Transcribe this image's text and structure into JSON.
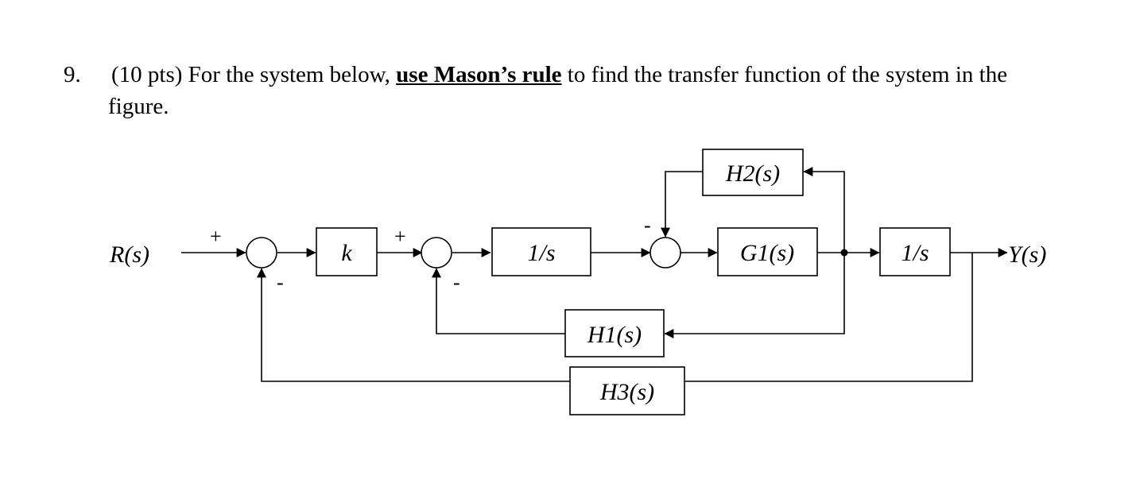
{
  "question": {
    "number": "9.",
    "points": "(10 pts) For the system below,",
    "emphasis": "use Mason’s rule",
    "rest_line1": "to find the transfer function of the system in the",
    "line2": "figure."
  },
  "diagram": {
    "input": "R(s)",
    "output": "Y(s)",
    "blocks": {
      "k": "k",
      "int1": "1/s",
      "g1": "G1(s)",
      "int2": "1/s",
      "h1": "H1(s)",
      "h2": "H2(s)",
      "h3": "H3(s)"
    },
    "signs": {
      "sum1_plus": "+",
      "sum1_minus": "-",
      "sum2_plus": "+",
      "sum2_minus": "-",
      "sum3_minus": "-"
    }
  }
}
